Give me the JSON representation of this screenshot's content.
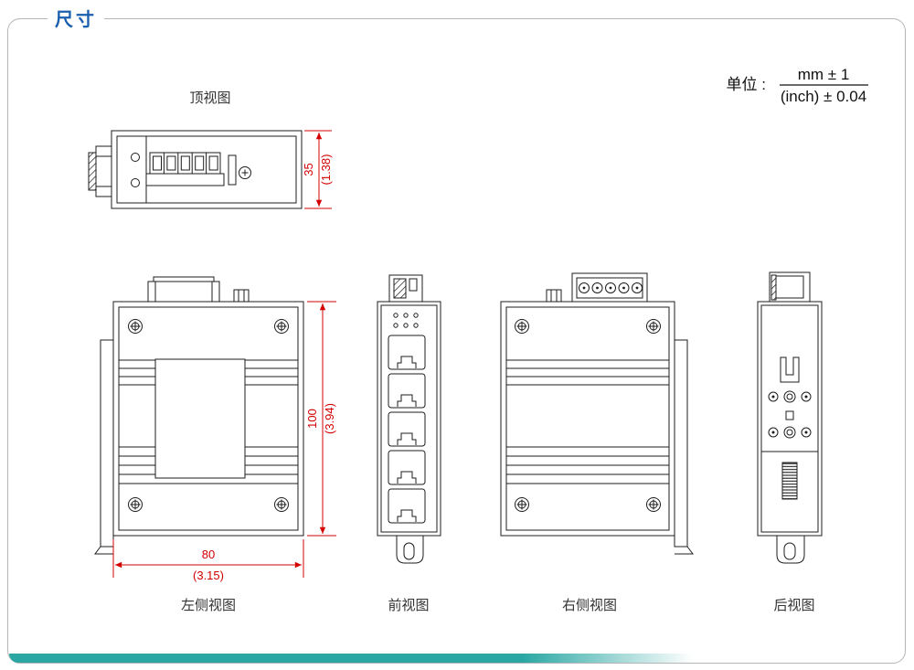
{
  "page": {
    "title": "尺寸",
    "unit": {
      "label": "单位 :",
      "numerator": "mm ± 1",
      "denominator": "(inch) ± 0.04"
    }
  },
  "views": {
    "top": {
      "label": "顶视图"
    },
    "left_side": {
      "label": "左侧视图"
    },
    "front": {
      "label": "前视图"
    },
    "right_side": {
      "label": "右侧视图"
    },
    "rear": {
      "label": "后视图"
    }
  },
  "dimensions": {
    "depth": {
      "mm": "35",
      "inch": "(1.38)"
    },
    "height": {
      "mm": "100",
      "inch": "(3.94)"
    },
    "width": {
      "mm": "80",
      "inch": "(3.15)"
    }
  },
  "colors": {
    "title_blue": "#1a5fae",
    "dimension_red": "#d40000",
    "accent_teal": "#2aa7a3",
    "frame_border": "#b5b5b5",
    "line_black": "#1c1c1c"
  }
}
